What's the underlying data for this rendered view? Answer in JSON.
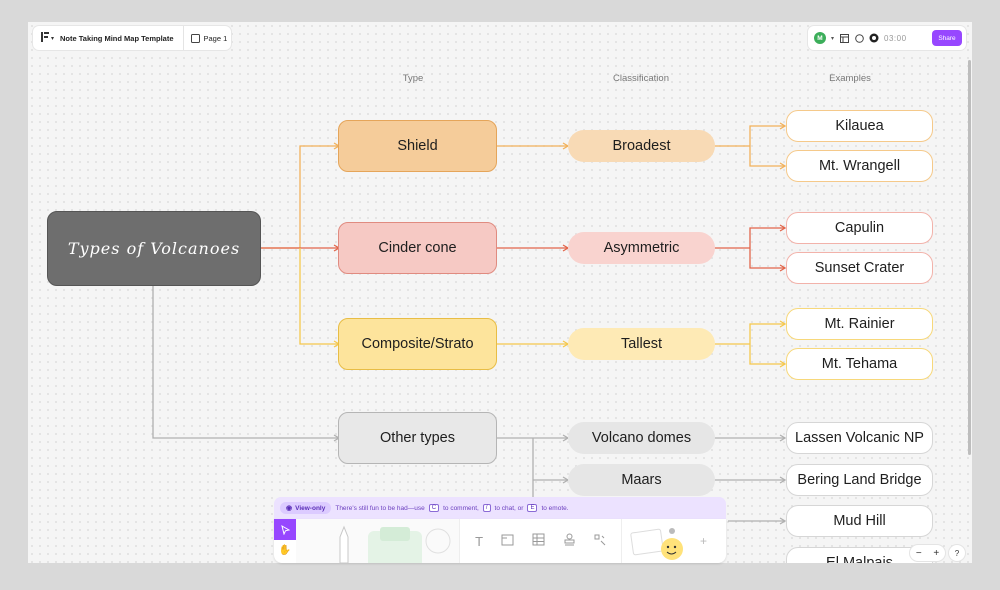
{
  "file": {
    "title": "Note Taking Mind Map Template",
    "page_label": "Page 1",
    "menu_glyph": "▾"
  },
  "header": {
    "avatar_initial": "M",
    "timer": "03:00",
    "share_label": "Share"
  },
  "columns": {
    "type": "Type",
    "classification": "Classification",
    "examples": "Examples"
  },
  "root": {
    "label": "Types of Volcanoes"
  },
  "colors": {
    "shield": "#f5cc9a",
    "cinder": "#f6c9c4",
    "composite": "#fde49c",
    "other": "#e8e8e8",
    "accent": "#9747ff"
  },
  "branches": [
    {
      "type": "Shield",
      "classification": "Broadest",
      "examples": [
        "Kilauea",
        "Mt. Wrangell"
      ]
    },
    {
      "type": "Cinder cone",
      "classification": "Asymmetric",
      "examples": [
        "Capulin",
        "Sunset Crater"
      ]
    },
    {
      "type": "Composite/Strato",
      "classification": "Tallest",
      "examples": [
        "Mt. Rainier",
        "Mt. Tehama"
      ]
    },
    {
      "type": "Other types",
      "subtypes": [
        {
          "classification": "Volcano domes",
          "example": "Lassen Volcanic NP"
        },
        {
          "classification": "Maars",
          "example": "Bering Land Bridge"
        },
        {
          "example": "Mud Hill"
        },
        {
          "example": "El Malpais"
        }
      ]
    }
  ],
  "banner": {
    "view_only": "View-only",
    "text_a": "There's still fun to be had—use",
    "key_c": "C",
    "text_b": "to comment,",
    "key_slash": "/",
    "text_c": "to chat, or",
    "key_e": "E",
    "text_d": "to emote."
  },
  "zoom": {
    "minus": "−",
    "plus": "+"
  },
  "help": "?"
}
